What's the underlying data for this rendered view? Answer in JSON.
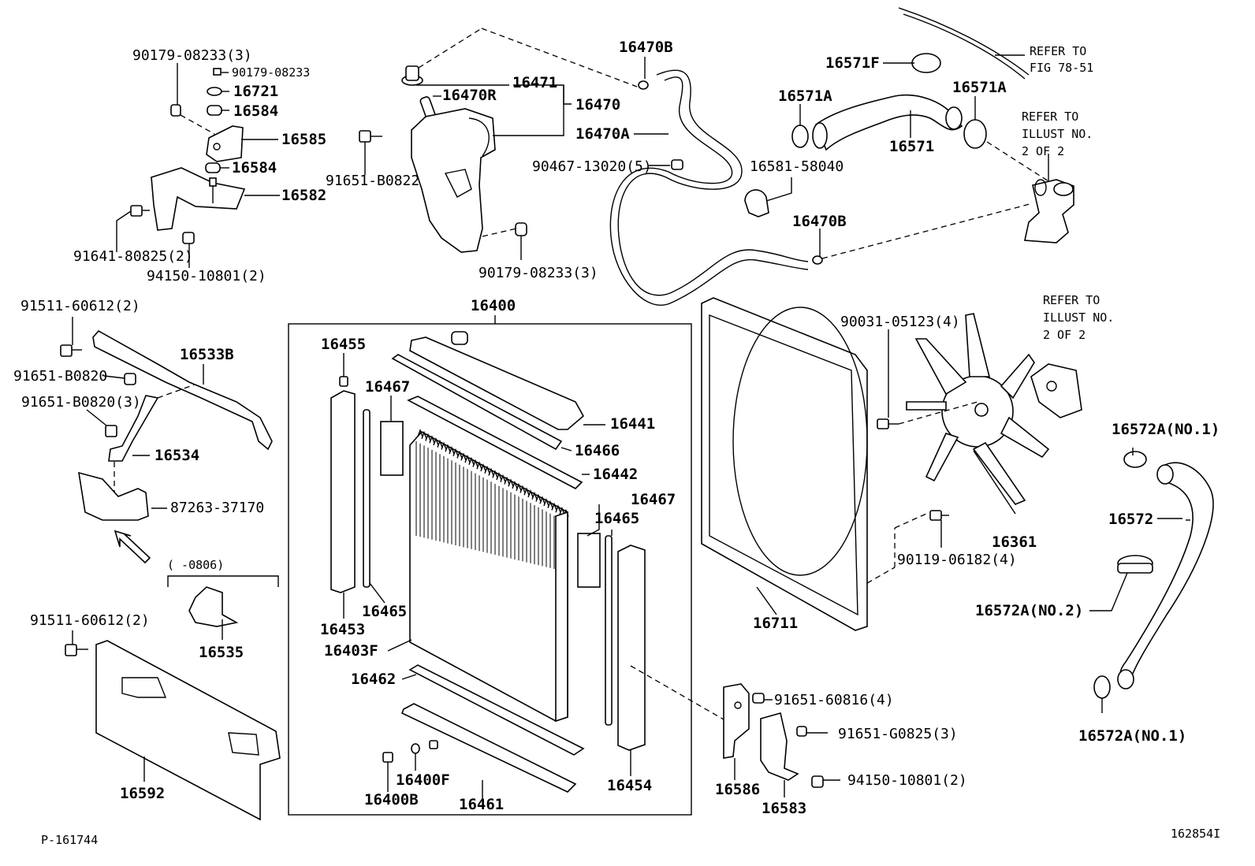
{
  "diagram": {
    "labels": {
      "l_90179_08233_3a": "90179-08233(3)",
      "l_90179_08233": "90179-08233",
      "l_16721": "16721",
      "l_16584a": "16584",
      "l_16585": "16585",
      "l_16584b": "16584",
      "l_16582": "16582",
      "l_91641": "91641-80825(2)",
      "l_94150a": "94150-10801(2)",
      "l_16470R": "16470R",
      "l_16471": "16471",
      "l_16470": "16470",
      "l_91651_B0822": "91651-B0822",
      "l_90179_08233_3b": "90179-08233(3)",
      "l_16470B_top": "16470B",
      "l_16470A": "16470A",
      "l_90467": "90467-13020(5)",
      "l_16571F": "16571F",
      "l_refer_fig": "REFER TO\nFIG 78-51",
      "l_16571A_left": "16571A",
      "l_16571A_right": "16571A",
      "l_16571": "16571",
      "l_refer_illust_top": "REFER TO\nILLUST NO.\n2 OF 2",
      "l_16581": "16581-58040",
      "l_16470B_mid": "16470B",
      "l_16400": "16400",
      "l_91511_top": "91511-60612(2)",
      "l_16533B": "16533B",
      "l_91651_B0820": "91651-B0820",
      "l_91651_B0820_3": "91651-B0820(3)",
      "l_16534": "16534",
      "l_87263": "87263-37170",
      "l_range": "(    -0806)",
      "l_16535": "16535",
      "l_91511_bottom": "91511-60612(2)",
      "l_16592": "16592",
      "l_16455": "16455",
      "l_16467a": "16467",
      "l_16441": "16441",
      "l_16466": "16466",
      "l_16442": "16442",
      "l_16467b": "16467",
      "l_16465b": "16465",
      "l_16453": "16453",
      "l_16465a": "16465",
      "l_16403F": "16403F",
      "l_16462": "16462",
      "l_16400F": "16400F",
      "l_16400B": "16400B",
      "l_16461": "16461",
      "l_16454": "16454",
      "l_90031": "90031-05123(4)",
      "l_refer_illust_mid": "REFER TO\nILLUST NO.\n2 OF 2",
      "l_16361": "16361",
      "l_90119": "90119-06182(4)",
      "l_16711": "16711",
      "l_16572A_no1_top": "16572A(NO.1)",
      "l_16572": "16572",
      "l_16572A_no2": "16572A(NO.2)",
      "l_16572A_no1_bottom": "16572A(NO.1)",
      "l_91651_60816": "91651-60816(4)",
      "l_91651_G0825": "91651-G0825(3)",
      "l_94150b": "94150-10801(2)",
      "l_16586": "16586",
      "l_16583": "16583",
      "l_footer_left": "P-161744",
      "l_footer_right": "162854I"
    }
  }
}
